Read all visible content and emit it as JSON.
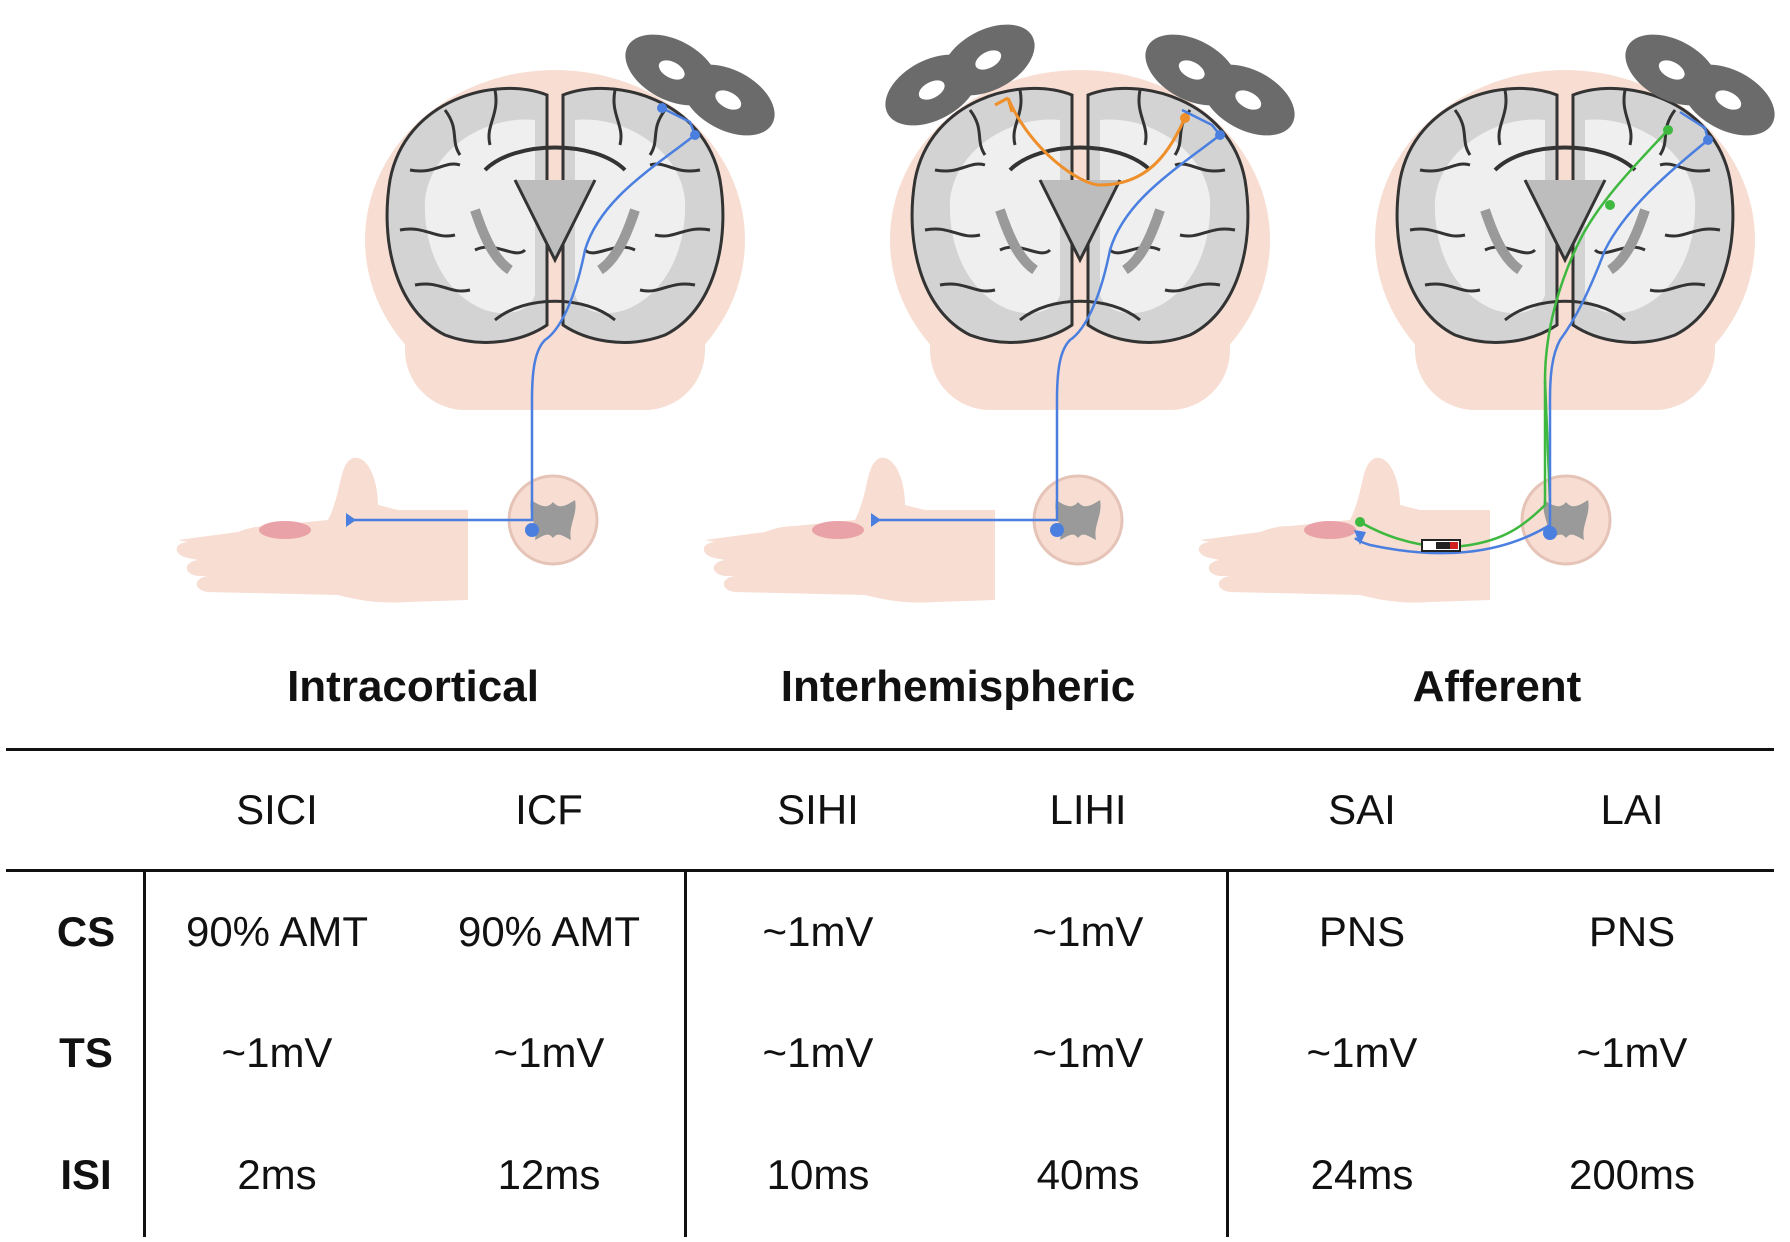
{
  "groups": [
    {
      "title": "Intracortical"
    },
    {
      "title": "Interhemispheric"
    },
    {
      "title": "Afferent"
    }
  ],
  "columns": [
    "SICI",
    "ICF",
    "SIHI",
    "LIHI",
    "SAI",
    "LAI"
  ],
  "rows": [
    {
      "label": "CS",
      "values": [
        "90% AMT",
        "90% AMT",
        "~1mV",
        "~1mV",
        "PNS",
        "PNS"
      ]
    },
    {
      "label": "TS",
      "values": [
        "~1mV",
        "~1mV",
        "~1mV",
        "~1mV",
        "~1mV",
        "~1mV"
      ]
    },
    {
      "label": "ISI",
      "values": [
        "2ms",
        "12ms",
        "10ms",
        "40ms",
        "24ms",
        "200ms"
      ]
    }
  ],
  "colors": {
    "head_skin": "#f7ddd2",
    "brain_gray": "#d3d3d3",
    "coil": "#6b6b6b",
    "corticospinal_path": "#4a7fe0",
    "interhemispheric_path": "#ee8f2a",
    "afferent_path": "#3fb83f",
    "muscle": "#e9a2a8",
    "rule": "#111111"
  },
  "icons": [
    "tms-coil-icon",
    "brain-section-icon",
    "hand-icon",
    "spinal-cord-icon",
    "stimulator-electrode-icon"
  ]
}
